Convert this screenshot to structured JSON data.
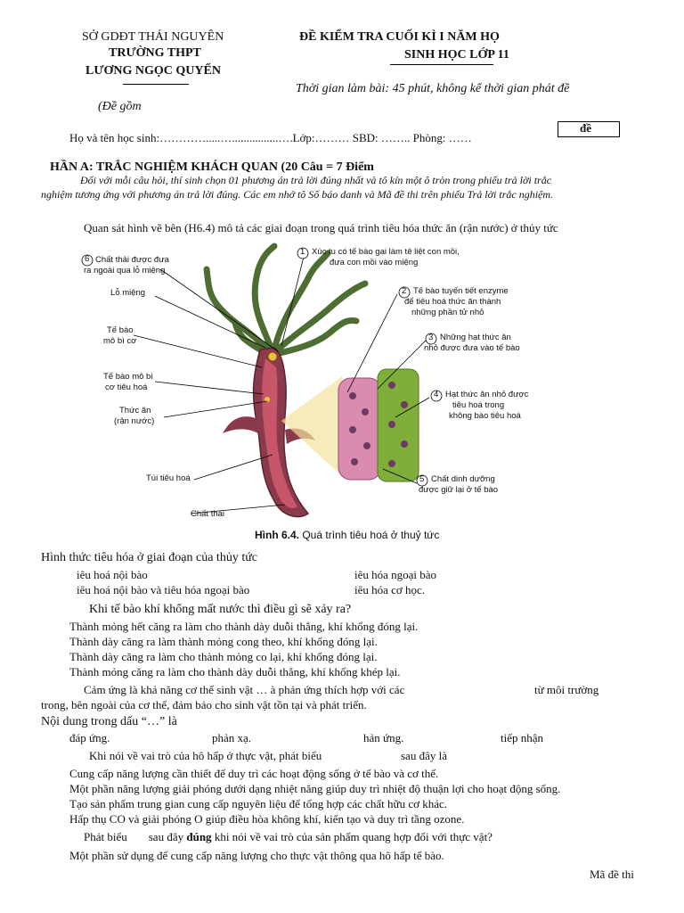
{
  "header": {
    "dept": "SỞ GDĐT THÁI NGUYÊN",
    "school_line1": "TRƯỜNG THPT",
    "school_line2": "LƯƠNG NGỌC QUYẾN",
    "exam_title": "ĐỀ KIỂM TRA CUỐI KÌ I NĂM HỌ",
    "subject": "SINH HỌC   LỚP 11",
    "time_note": "Thời gian làm bài: 45 phút, không kể thời gian phát đề",
    "pages_note": "(Đề gồm",
    "code_box": "đề"
  },
  "student_line": "Họ và tên học sinh:………….....…................….Lớp:……… SBD: …….. Phòng:  ……",
  "part_a": {
    "title": "HẦN A: TRẮC NGHIỆM KHÁCH QUAN (20 Câu = 7 Điểm",
    "instr1": "Đối với mỗi câu hỏi, thí sinh chọn 01 phương án trả lời đúng nhất và tô kín một ô tròn trong phiếu trả lời trắc",
    "instr2": "nghiệm tương ứng với phương án trả lời đúng. Các em nhớ tô Số báo danh và Mã đề thi trên phiếu Trả lời trắc nghiệm."
  },
  "intro": "Quan sát hình vẽ bên (H6.4) mô tả các giai đoạn trong quá trình tiêu hóa thức ăn (rận nước) ở thủy tức",
  "figure": {
    "labels": {
      "l6": "Chất thải được đưa",
      "l6b": "ra ngoài qua lỗ miệng",
      "mouth": "Lỗ miệng",
      "epi1": "Tế bào",
      "epi2": "mô bì cơ",
      "dig1": "Tế bào mô bì",
      "dig2": "cơ tiêu hoá",
      "food1": "Thức ăn",
      "food2": "(rận nước)",
      "sac": "Túi tiêu hoá",
      "waste": "Chất thải",
      "l1a": "Xúc tu có tế bào gai làm tê liệt con mồi,",
      "l1b": "đưa con mồi vào miệng",
      "l2a": "Tế bào tuyến tiết enzyme",
      "l2b": "để tiêu hoá thức ăn thành",
      "l2c": "những phần tử nhỏ",
      "l3a": "Những hạt thức ăn",
      "l3b": "nhỏ được đưa vào tế bào",
      "l4a": "Hạt thức ăn nhỏ được",
      "l4b": "tiêu hoá trong",
      "l4c": "không bào tiêu hoá",
      "l5a": "Chất dinh dưỡng",
      "l5b": "được giữ lại ở tế bào",
      "n1": "1",
      "n2": "2",
      "n3": "3",
      "n4": "4",
      "n5": "5",
      "n6": "6"
    },
    "caption_bold": "Hình 6.4.",
    "caption": " Quá trình tiêu hoá ở thuỷ tức",
    "colors": {
      "body": "#8a3a4a",
      "tentacle": "#4e6d33",
      "sac": "#b8485a",
      "cells": "#7fae3b",
      "cellpink": "#d98bb0"
    }
  },
  "q1": {
    "stem": "Hình thức tiêu hóa ở giai đoạn    của thủy tức",
    "a": "iêu hoá nội bào",
    "b": "iêu hóa ngoại bào",
    "c": "iêu hoá nội bào và tiêu hóa ngoại bào",
    "d": "iêu hóa cơ học."
  },
  "q2": {
    "stem": "Khi tế bào khí khổng mất nước thì điều gì sẽ xảy ra?",
    "a": "Thành mỏng hết căng ra làm cho thành dày duỗi thẳng, khí khổng đóng lại.",
    "b": "Thành dày căng ra làm thành mỏng cong theo, khí khổng đóng lại.",
    "c": "Thành dày căng ra làm cho thành mỏng co lại, khí khổng đóng lại.",
    "d": "Thành mỏng căng ra làm cho thành dày duỗi thẳng, khí khổng khép lại."
  },
  "q3": {
    "stem1a": "Cảm ứng là khả năng cơ thể sinh vật …    à phản ứng thích hợp với các",
    "stem1b": "từ môi trường",
    "stem2": "trong, bên ngoài của cơ thể, đảm bảo cho sinh vật tồn tại và phát triển.",
    "stem3": "Nội dung trong dấu “…” là",
    "a": "đáp ứng.",
    "b": "phản xạ.",
    "c": "hản ứng.",
    "d": "tiếp nhận"
  },
  "q4": {
    "stem_a": "Khi nói về vai trò của hô hấp ở thực vật, phát biểu",
    "stem_b": "sau đây là",
    "a": "Cung cấp năng lượng cần thiết để duy trì các hoạt động sống ở tế bào và cơ thể.",
    "b": "Một phần năng lượng giải phóng dưới dạng nhiệt năng giúp duy trì nhiệt độ thuận lợi cho hoạt động sống.",
    "c": "Tạo sản phẩm trung gian cung cấp nguyên liệu để tổng hợp các chất hữu cơ khác.",
    "d": "Hấp thụ CO   và giải phóng O   giúp điều hòa không khí, kiến tạo và duy trì tầng ozone."
  },
  "q5": {
    "stem_a": "Phát biểu",
    "stem_b": "sau đây",
    "stem_bold": "đúng",
    "stem_c": "khi nói về vai trò của sản phẩm quang hợp đối với thực vật?",
    "a": "Một phần sử dụng để cung cấp năng lượng cho thực vật thông qua hô hấp tế bào."
  },
  "footer": "Mã đề thi"
}
